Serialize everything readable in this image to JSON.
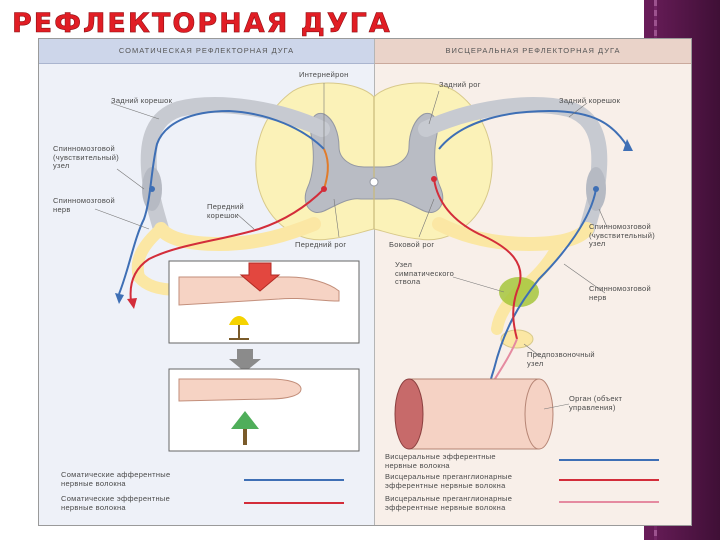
{
  "slide": {
    "title": "РЕФЛЕКТОРНАЯ ДУГА"
  },
  "panels": {
    "left_header": "СОМАТИЧЕСКАЯ РЕФЛЕКТОРНАЯ ДУГА",
    "right_header": "ВИСЦЕРАЛЬНАЯ РЕФЛЕКТОРНАЯ ДУГА"
  },
  "labels": {
    "interneuron": "Интернейрон",
    "dorsal_horn": "Задний рог",
    "dorsal_root_left": "Задний корешок",
    "dorsal_root_right": "Задний корешок",
    "spinal_ganglion_left": "Спинномозговой\n(чувствительный)\nузел",
    "spinal_nerve_left": "Спинномозговой\nнерв",
    "ventral_root": "Передний\nкорешок",
    "ventral_horn": "Передний рог",
    "lateral_horn": "Боковой рог",
    "spinal_ganglion_right": "Спинномозговой\n(чувствительный)\nузел",
    "sympathetic_ganglion": "Узел\nсимпатического\nствола",
    "spinal_nerve_right": "Спинномозговой\nнерв",
    "prevertebral_ganglion": "Предпозвоночный\nузел",
    "organ": "Орган (объект\nуправления)"
  },
  "legend": {
    "somatic_afferent": "Соматические афферентные\nнервные волокна",
    "somatic_efferent": "Соматические эфферентные\nнервные волокна",
    "visceral_afferent": "Висцеральные эфферентные\nнервные волокна",
    "visceral_preganglionic": "Висцеральные преганглионарные\nэфферентные нервные волокна",
    "visceral_postganglionic": "Висцеральные преганглионарные\nэфферентные нервные волокна"
  },
  "colors": {
    "title_red": "#e11d24",
    "afferent_blue": "#3e6fb5",
    "efferent_red": "#d32d3a",
    "postganglionic_pink": "#e58aa0",
    "white_matter": "#fbf2b8",
    "gray_matter": "#b9bcc4"
  },
  "icons": {
    "stimulus_arrow": "red-down-arrow",
    "transition_arrow": "gray-down-arrow"
  }
}
